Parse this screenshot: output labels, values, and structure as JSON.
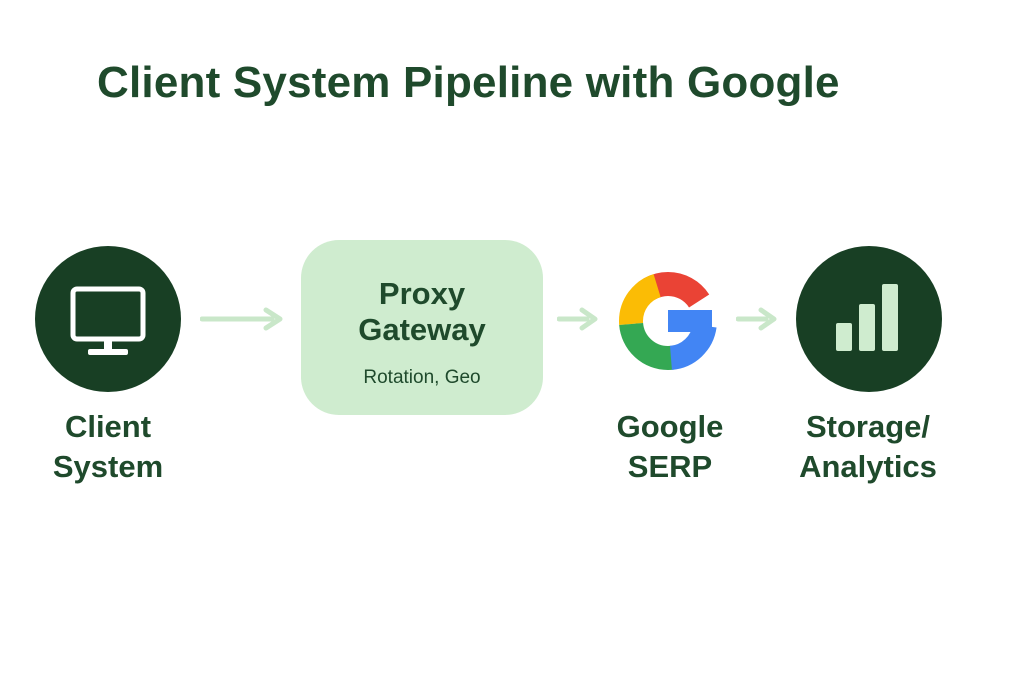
{
  "title": "Client System Pipeline with Google",
  "nodes": {
    "client": {
      "icon": "monitor-icon",
      "label_line1": "Client",
      "label_line2": "System"
    },
    "proxy": {
      "title_line1": "Proxy",
      "title_line2": "Gateway",
      "subtitle": "Rotation, Geo"
    },
    "google": {
      "icon": "google-logo-icon",
      "label_line1": "Google",
      "label_line2": "SERP"
    },
    "storage": {
      "icon": "bar-chart-icon",
      "label_line1": "Storage/",
      "label_line2": "Analytics"
    }
  },
  "colors": {
    "dark_green": "#183f24",
    "text_green": "#1f4a2c",
    "light_green": "#cfeccf",
    "arrow_green": "#c9e7c9",
    "google_red": "#ea4335",
    "google_yellow": "#fbbc05",
    "google_green": "#34a853",
    "google_blue": "#4285f4"
  }
}
